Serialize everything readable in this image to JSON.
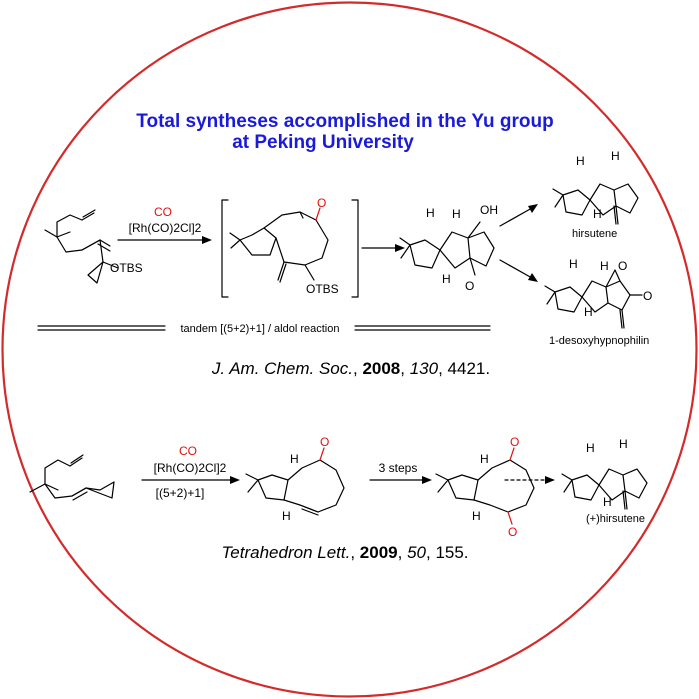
{
  "title": {
    "line1": "Total syntheses accomplished in the Yu group",
    "line2": "at Peking University"
  },
  "colors": {
    "title": "#1a1adb",
    "circle": "#d42a2a",
    "reagent": "#e21010"
  },
  "scheme1": {
    "reagent_co": "CO",
    "reagent_cat": "[Rh(CO)2Cl]2",
    "start_label": "OTBS",
    "intermediate_label": "OTBS",
    "intermediate_o": "O",
    "product_oh": "OH",
    "product_o": "O",
    "h1": "H",
    "h2": "H",
    "h3": "H",
    "target1": "hirsutene",
    "target1_h1": "H",
    "target1_h2": "H",
    "target1_h3": "H",
    "target2": "1-desoxyhypnophilin",
    "target2_o1": "O",
    "target2_o2": "O",
    "target2_h1": "H",
    "target2_h2": "H",
    "target2_h3": "H",
    "reaction_name": "tandem [(5+2)+1] / aldol reaction",
    "ref_journal": "J. Am. Chem. Soc.",
    "ref_year": "2008",
    "ref_vol": "130",
    "ref_page": "4421."
  },
  "scheme2": {
    "reagent_co": "CO",
    "reagent_cat": "[Rh(CO)2Cl]2",
    "reagent_type": "[(5+2)+1]",
    "step_label": "3 steps",
    "int1_o": "O",
    "int1_h1": "H",
    "int1_h2": "H",
    "int2_o1": "O",
    "int2_o2": "O",
    "int2_h1": "H",
    "int2_h2": "H",
    "target": "(+)hirsutene",
    "target_h1": "H",
    "target_h2": "H",
    "target_h3": "H",
    "ref_journal": "Tetrahedron Lett.",
    "ref_year": "2009",
    "ref_vol": "50",
    "ref_page": "155."
  }
}
